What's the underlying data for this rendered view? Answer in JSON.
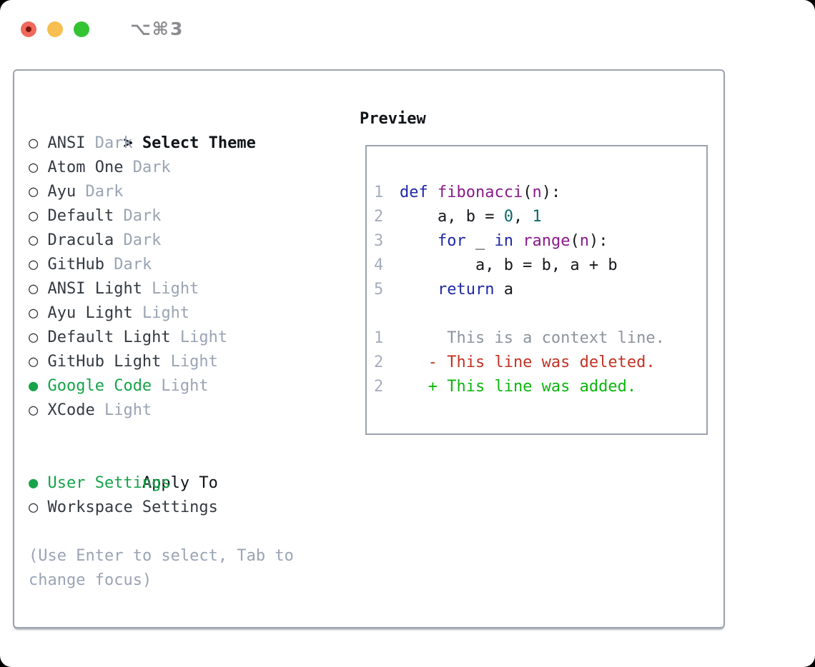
{
  "window": {
    "title": "⌥⌘3"
  },
  "theme_selector": {
    "prompt": ">",
    "title": "Select Theme",
    "items": [
      {
        "name": "ANSI",
        "variant": "Dark",
        "selected": false
      },
      {
        "name": "Atom One",
        "variant": "Dark",
        "selected": false
      },
      {
        "name": "Ayu",
        "variant": "Dark",
        "selected": false
      },
      {
        "name": "Default",
        "variant": "Dark",
        "selected": false
      },
      {
        "name": "Dracula",
        "variant": "Dark",
        "selected": false
      },
      {
        "name": "GitHub",
        "variant": "Dark",
        "selected": false
      },
      {
        "name": "ANSI Light",
        "variant": "Light",
        "selected": false
      },
      {
        "name": "Ayu Light",
        "variant": "Light",
        "selected": false
      },
      {
        "name": "Default Light",
        "variant": "Light",
        "selected": false
      },
      {
        "name": "GitHub Light",
        "variant": "Light",
        "selected": false
      },
      {
        "name": "Google Code",
        "variant": "Light",
        "selected": true
      },
      {
        "name": "XCode",
        "variant": "Light",
        "selected": false
      }
    ]
  },
  "apply_to": {
    "title": "Apply To",
    "options": [
      {
        "label": "User Settings",
        "selected": true
      },
      {
        "label": "Workspace Settings",
        "selected": false
      }
    ]
  },
  "help_text": "(Use Enter to select, Tab to change focus)",
  "preview": {
    "title": "Preview",
    "code_lines": [
      {
        "num": "1",
        "tokens": [
          {
            "t": "def",
            "c": "kwd"
          },
          {
            "t": " ",
            "c": "pln"
          },
          {
            "t": "fibonacci",
            "c": "fn"
          },
          {
            "t": "(",
            "c": "pln"
          },
          {
            "t": "n",
            "c": "fn"
          },
          {
            "t": "):",
            "c": "pln"
          }
        ]
      },
      {
        "num": "2",
        "tokens": [
          {
            "t": "    a, b = ",
            "c": "pln"
          },
          {
            "t": "0",
            "c": "lit"
          },
          {
            "t": ", ",
            "c": "pln"
          },
          {
            "t": "1",
            "c": "lit"
          }
        ]
      },
      {
        "num": "3",
        "tokens": [
          {
            "t": "    ",
            "c": "pln"
          },
          {
            "t": "for",
            "c": "kwd"
          },
          {
            "t": " _ ",
            "c": "pln"
          },
          {
            "t": "in",
            "c": "kwd"
          },
          {
            "t": " ",
            "c": "pln"
          },
          {
            "t": "range",
            "c": "fn"
          },
          {
            "t": "(",
            "c": "pln"
          },
          {
            "t": "n",
            "c": "fn"
          },
          {
            "t": "):",
            "c": "pln"
          }
        ]
      },
      {
        "num": "4",
        "tokens": [
          {
            "t": "        a, b = b, a + b",
            "c": "pln"
          }
        ]
      },
      {
        "num": "5",
        "tokens": [
          {
            "t": "    ",
            "c": "pln"
          },
          {
            "t": "return",
            "c": "kwd"
          },
          {
            "t": " a",
            "c": "pln"
          }
        ]
      }
    ],
    "diff_lines": [
      {
        "num": "1",
        "sign": "",
        "text": "This is a context line.",
        "kind": "context"
      },
      {
        "num": "2",
        "sign": "-",
        "text": "This line was deleted.",
        "kind": "deleted"
      },
      {
        "num": "2",
        "sign": "+",
        "text": "This line was added.",
        "kind": "added"
      }
    ]
  },
  "colors": {
    "accent_green": "#16a34a",
    "text_primary": "#101317",
    "text_secondary": "#343a42",
    "muted": "#9aa4b4",
    "line_number": "#a4aebe",
    "border": "#9ba3ae",
    "keyword": "#1e28a8",
    "function_name": "#8b1a8b",
    "literal": "#0e6868",
    "code_plain": "#16181c",
    "diff_context": "#8d949d",
    "diff_deleted": "#c23325",
    "diff_added": "#0eb50e",
    "title_gray": "#8c8c90",
    "traffic_red": "#f0695c",
    "traffic_red_dot": "#7e150c",
    "traffic_yellow": "#f6bf4f",
    "traffic_green": "#33c434"
  }
}
